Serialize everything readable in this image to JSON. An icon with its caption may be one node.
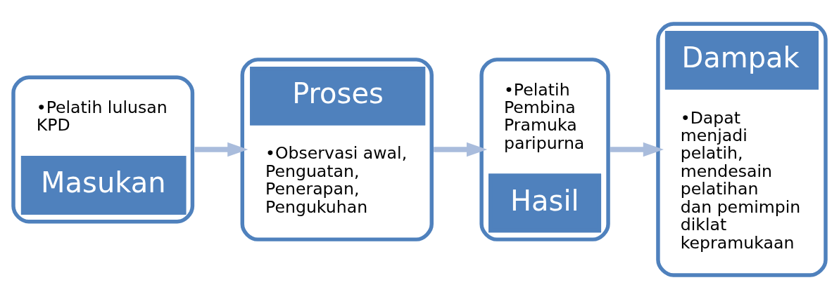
{
  "diagram": {
    "nodes": [
      {
        "text": [
          "•Pelatih lulusan KPD",
          "Masukan"
        ]
      },
      {
        "text": [
          "Proses",
          "•Observasi awal, Penguatan, Penerapan, Pengukuhan"
        ]
      },
      {
        "text": [
          "•Pelatih Pembina Pramuka paripurna",
          "Hasil"
        ]
      },
      {
        "text": [
          "Dampak",
          "•Dapat menjadi pelatih, mendesain pelatihan dan pemimpin diklat kepramukaan"
        ]
      }
    ],
    "edges": [
      {
        "from": 0,
        "to": 1,
        "arrow": "to"
      },
      {
        "from": 1,
        "to": 2,
        "arrow": "to"
      },
      {
        "from": 2,
        "to": 3,
        "arrow": "to"
      }
    ]
  }
}
